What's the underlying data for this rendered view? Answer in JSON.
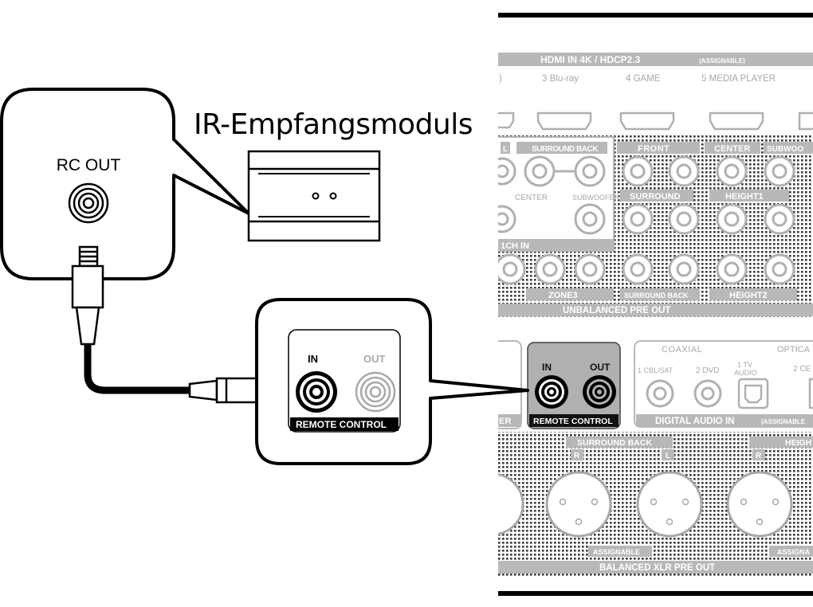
{
  "module": {
    "title": "IR-Empfangsmoduls",
    "rc_out_label": "RC OUT"
  },
  "zoom": {
    "in_label": "IN",
    "out_label": "OUT",
    "remote_label": "REMOTE CONTROL"
  },
  "panel": {
    "hdmi_header": "HDMI IN  4K / HDCP2.3",
    "hdmi_assignable": "(ASSIGNABLE)",
    "hdmi_ports": [
      "3 Blu-ray",
      "4 GAME",
      "5 MEDIA PLAYER"
    ],
    "surround_back": "SURROUND BACK",
    "front": "FRONT",
    "center_top": "CENTER",
    "subwoofer_top": "SUBWOO",
    "center": "CENTER",
    "subwoofer": "SUBWOOFER",
    "surround": "SURROUND",
    "height1": "HEIGHT1",
    "ch_in": "1CH IN",
    "zone3": "ZONE3",
    "surround_back_small": "SURROUND BACK",
    "height2": "HEIGHT2",
    "unbalanced": "UNBALANCED PRE OUT",
    "rc_in": "IN",
    "rc_out": "OUT",
    "remote_control": "REMOTE CONTROL",
    "coaxial": "COAXIAL",
    "optical": "OPTICA",
    "coax_ports": [
      "1 CBL/SAT",
      "2 DVD"
    ],
    "tv_audio": [
      "1 TV",
      "AUDIO"
    ],
    "optical_port": "2 CE",
    "digital_audio": "DIGITAL AUDIO IN",
    "digital_assignable": "(ASSIGNABLE",
    "er_fragment": "ER",
    "xlr_surround_back": "SURROUND BACK",
    "xlr_height": "HEIGH",
    "xlr_r": "R",
    "xlr_l": "L",
    "assignable": "ASSIGNABLE",
    "assignable_cut": "ASSIGNA",
    "balanced": "BALANCED XLR PRE OUT"
  }
}
